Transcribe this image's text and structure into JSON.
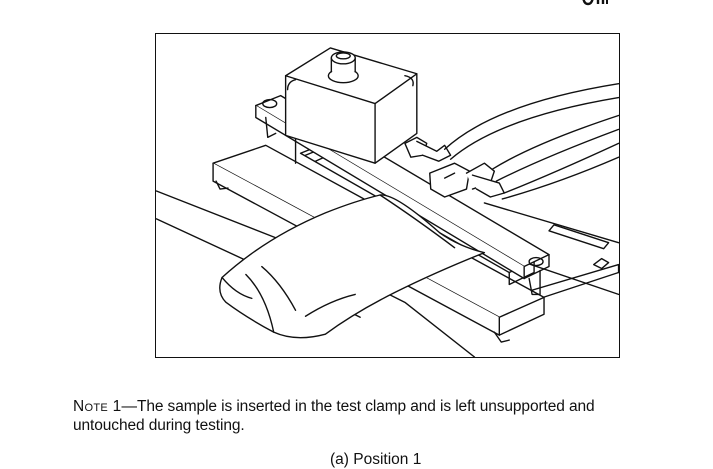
{
  "note": {
    "label": "Note 1",
    "line1": "—The sample is inserted in the test clamp and is left unsupported and",
    "line2": "untouched during testing."
  },
  "caption": "(a) Position 1",
  "colors": {
    "ink": "#111111",
    "paper": "#ffffff"
  }
}
